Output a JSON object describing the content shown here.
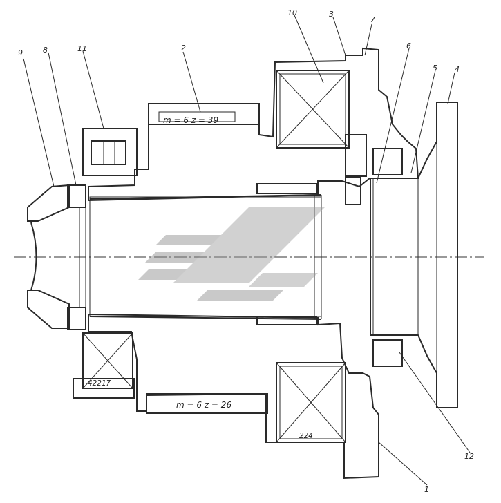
{
  "drawing": {
    "gear_upper_spec": "m = 6   z = 39",
    "gear_lower_spec": "m = 6  z = 26",
    "bearings": [
      "42217",
      "224"
    ],
    "part_labels": [
      "1",
      "2",
      "3",
      "4",
      "5",
      "6",
      "7",
      "8",
      "9",
      "10",
      "11",
      "12"
    ]
  },
  "colors": {
    "line": "#2a2a2a",
    "watermark": "#8a8a8a",
    "background": "#ffffff"
  },
  "watermark": {
    "icon": "logo-watermark-icon"
  }
}
